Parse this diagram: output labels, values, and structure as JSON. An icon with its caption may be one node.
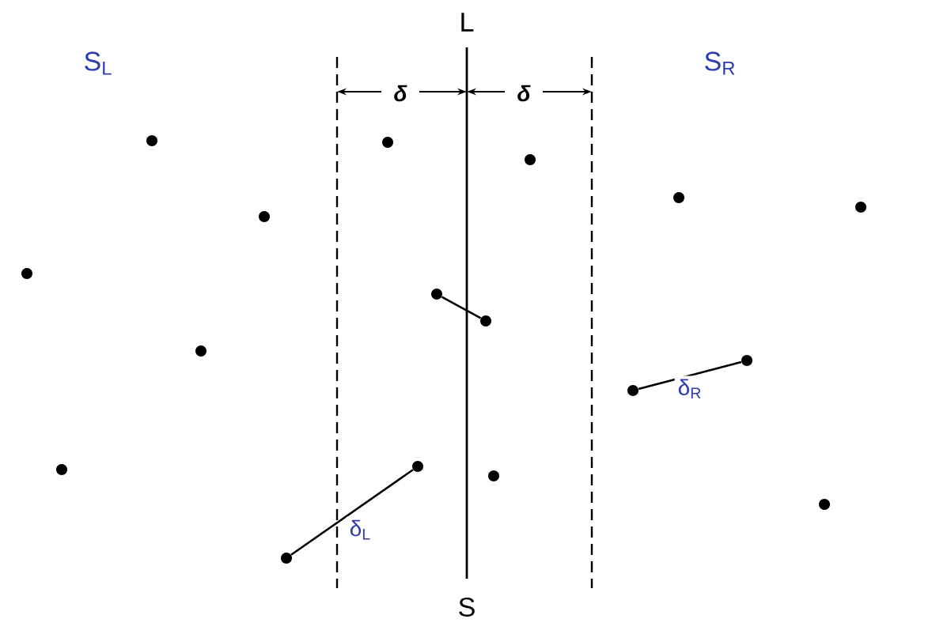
{
  "diagram": {
    "nodes": [
      {
        "text": [],
        "shape": "circle"
      },
      {
        "text": [],
        "shape": "circle"
      },
      {
        "text": [],
        "shape": "circle"
      },
      {
        "text": [],
        "shape": "circle"
      },
      {
        "text": [],
        "shape": "circle"
      },
      {
        "text": [],
        "shape": "circle"
      },
      {
        "text": [],
        "shape": "circle"
      },
      {
        "text": [],
        "shape": "circle"
      },
      {
        "text": [],
        "shape": "circle"
      },
      {
        "text": [],
        "shape": "circle"
      },
      {
        "text": [],
        "shape": "circle"
      },
      {
        "text": [],
        "shape": "circle"
      },
      {
        "text": [],
        "shape": "circle"
      },
      {
        "text": [],
        "shape": "circle"
      },
      {
        "text": [],
        "shape": "circle"
      },
      {
        "text": [],
        "shape": "circle"
      },
      {
        "text": [],
        "shape": "circle"
      }
    ],
    "edges": [
      {
        "from": 16,
        "to": 12,
        "arrow": "none",
        "label": "δ$_{L}$"
      },
      {
        "from": 7,
        "to": 8,
        "arrow": "none"
      },
      {
        "from": 11,
        "to": 10,
        "arrow": "none",
        "label": "δ$_{R}$"
      }
    ],
    "labels": [
      "S$_{L}$",
      "L",
      "S$_{R}$",
      "δ",
      "δ",
      "S"
    ]
  }
}
